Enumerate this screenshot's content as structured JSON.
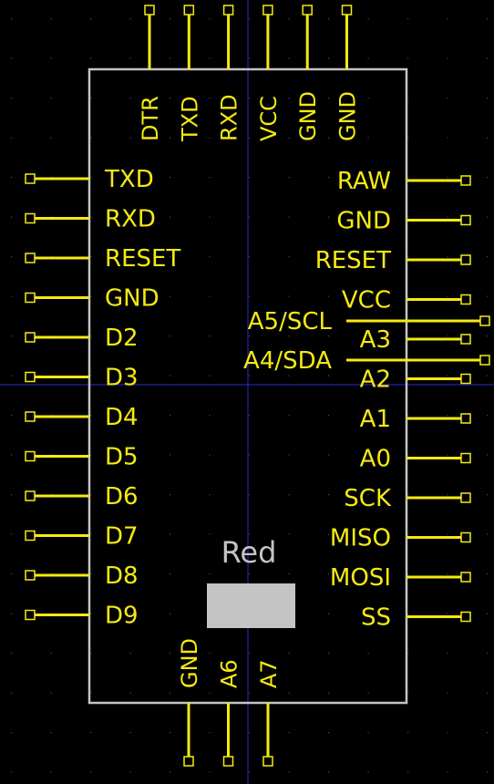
{
  "colors": {
    "background": "#000000",
    "grid_dot": "#4a4a4a",
    "axis": "#2a2ad8",
    "outline": "#c4c4c4",
    "pin": "#f5ea12",
    "pin_label": "#f5ea12",
    "color_name": "#c4c4c4",
    "color_swatch": "#c4c4c4"
  },
  "part": {
    "color_name": "Red"
  },
  "pins": {
    "top": [
      "DTR",
      "TXD",
      "RXD",
      "VCC",
      "GND",
      "GND"
    ],
    "left": [
      "TXD",
      "RXD",
      "RESET",
      "GND",
      "D2",
      "D3",
      "D4",
      "D5",
      "D6",
      "D7",
      "D8",
      "D9"
    ],
    "right": [
      "RAW",
      "GND",
      "RESET",
      "VCC",
      "A3",
      "A2",
      "A1",
      "A0",
      "SCK",
      "MISO",
      "MOSI",
      "SS"
    ],
    "right_inner": [
      "A5/SCL",
      "A4/SDA"
    ],
    "bottom": [
      "GND",
      "A6",
      "A7"
    ]
  }
}
